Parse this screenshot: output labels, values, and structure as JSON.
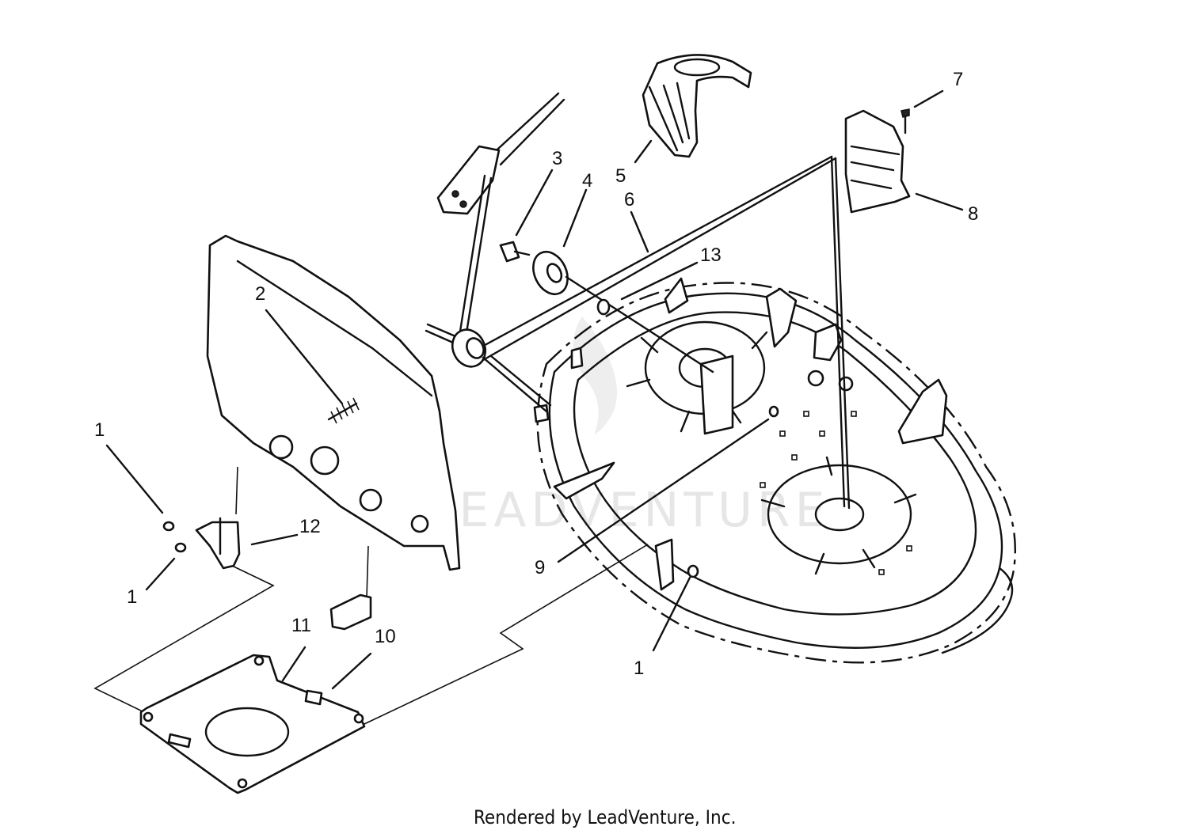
{
  "callouts": [
    "1",
    "2",
    "3",
    "4",
    "5",
    "6",
    "7",
    "8",
    "9",
    "10",
    "11",
    "12",
    "13"
  ],
  "watermark": "LEADVENTURE",
  "footer": "Rendered by LeadVenture, Inc."
}
